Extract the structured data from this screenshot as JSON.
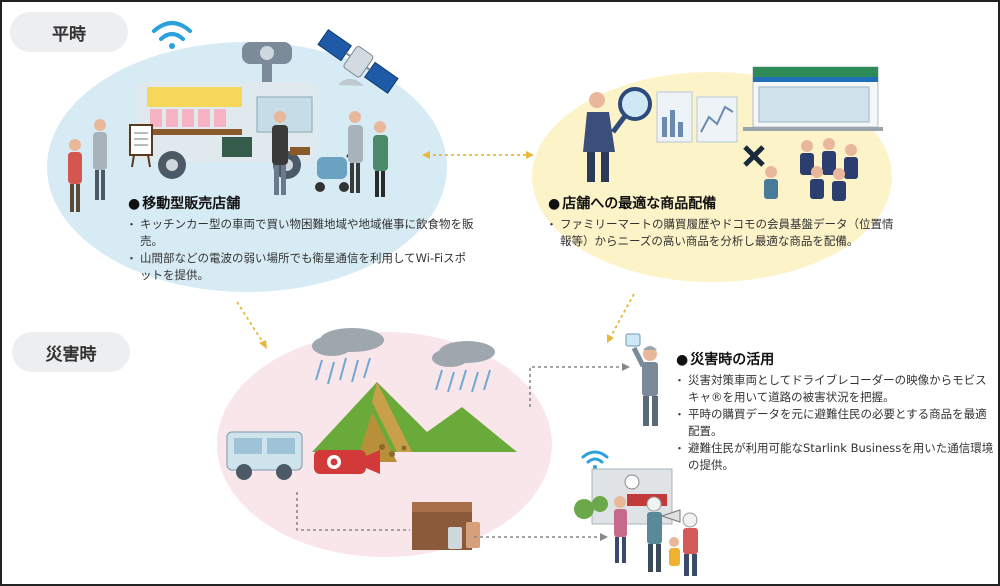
{
  "labels": {
    "normal": "平時",
    "disaster": "災害時"
  },
  "sections": {
    "mobile": {
      "title": "移動型販売店舗",
      "bullets": [
        "キッチンカー型の車両で買い物困難地域や地域催事に飲食物を販売。",
        "山間部などの電波の弱い場所でも衛星通信を利用してWi-Fiスポットを提供。"
      ]
    },
    "optimal": {
      "title": "店舗への最適な商品配備",
      "bullets": [
        "ファミリーマートの購買履歴やドコモの会員基盤データ（位置情報等）からニーズの高い商品を分析し最適な商品を配備。"
      ]
    },
    "disaster": {
      "title": "災害時の活用",
      "bullets": [
        "災害対策車両としてドライブレコーダーの映像からモビスキャ®を用いて道路の被害状況を把握。",
        "平時の購買データを元に避難住民の必要とする商品を最適配置。",
        "避難住民が利用可能なStarlink Businessを用いた通信環境の提供。"
      ]
    }
  },
  "colors": {
    "blue_blob": "#d7ebf4",
    "yellow_blob": "#fdf3c9",
    "pink_blob": "#f9e6ea",
    "arrow": "#e8b73c",
    "gray_arrow": "#888888"
  }
}
